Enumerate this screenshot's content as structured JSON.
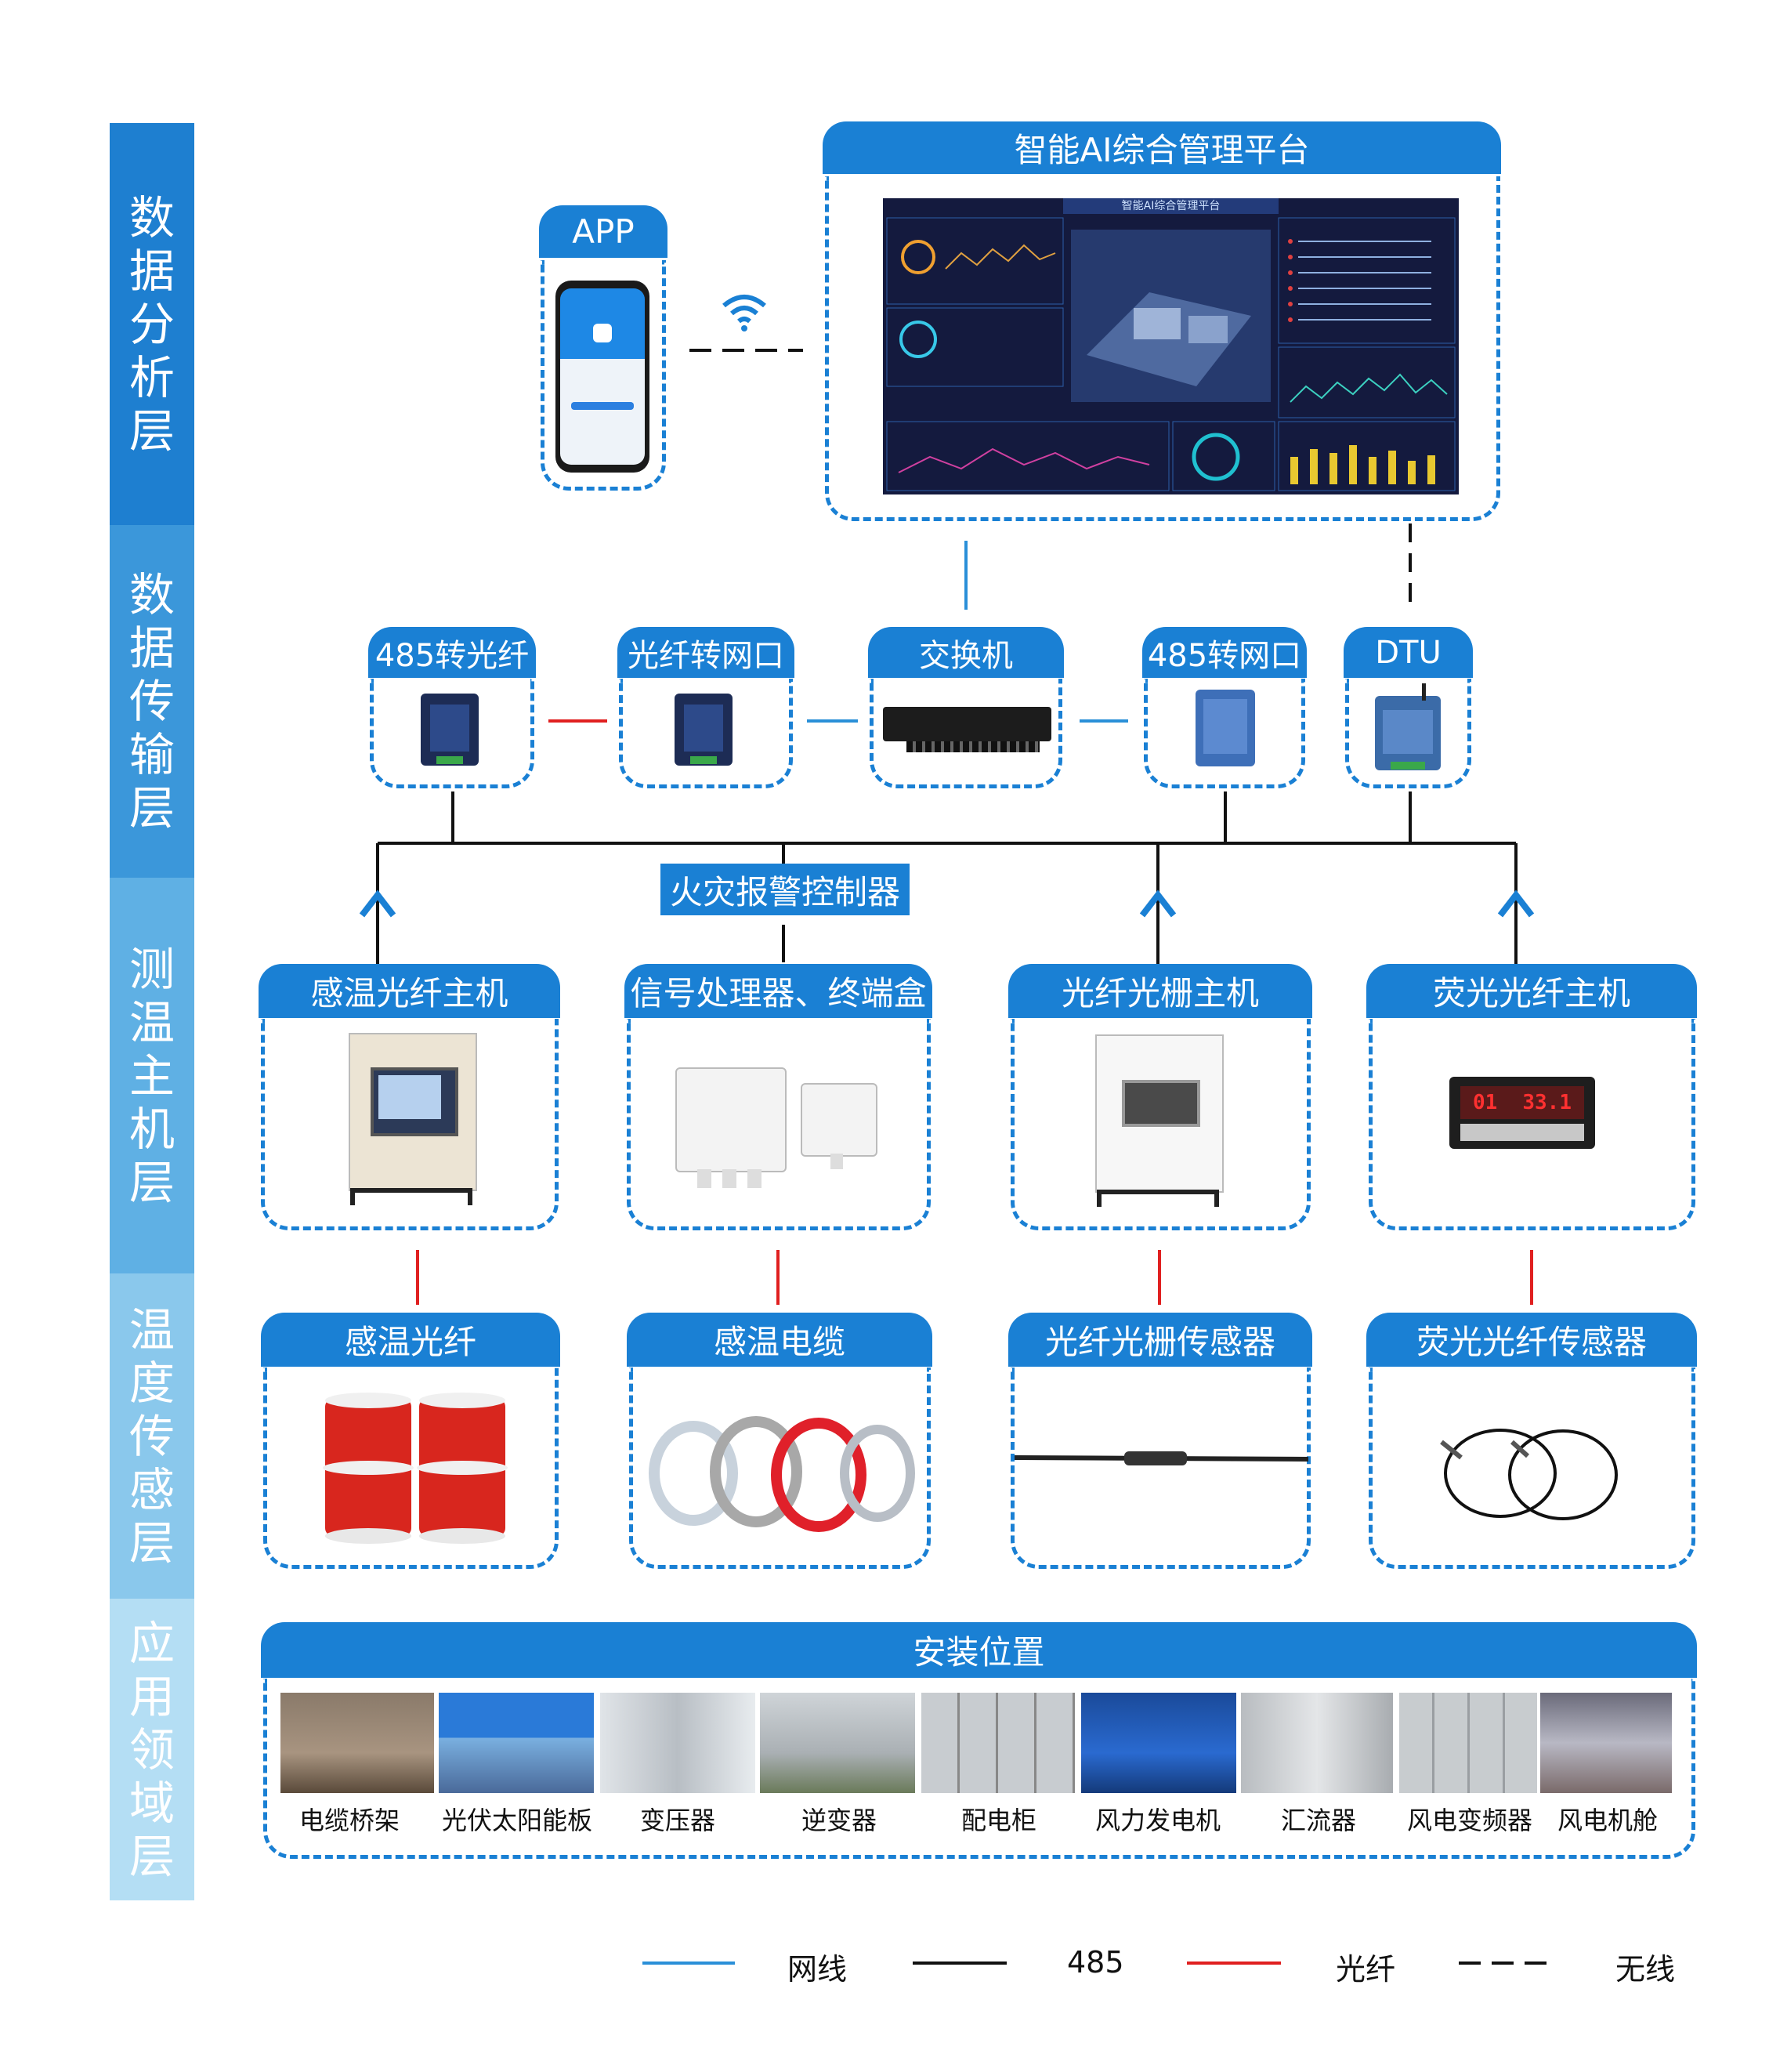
{
  "layers": [
    {
      "id": "analysis",
      "chars": [
        "数",
        "据",
        "分",
        "析",
        "层"
      ],
      "color": "#1e7fd0"
    },
    {
      "id": "transport",
      "chars": [
        "数",
        "据",
        "传",
        "输",
        "层"
      ],
      "color": "#3b97da"
    },
    {
      "id": "host",
      "chars": [
        "测",
        "温",
        "主",
        "机",
        "层"
      ],
      "color": "#5fb0e4"
    },
    {
      "id": "sensor",
      "chars": [
        "温",
        "度",
        "传",
        "感",
        "层"
      ],
      "color": "#8ac8ec"
    },
    {
      "id": "application",
      "chars": [
        "应",
        "用",
        "领",
        "域",
        "层"
      ],
      "color": "#b4def4"
    }
  ],
  "platform": {
    "title": "智能AI综合管理平台",
    "screen_title": "智能AI综合管理平台"
  },
  "app": {
    "title": "APP"
  },
  "transport": {
    "rs485_fiber": "485转光纤",
    "fiber_ethernet": "光纤转网口",
    "switch": "交换机",
    "rs485_ethernet": "485转网口",
    "dtu": "DTU"
  },
  "fire_controller": "火灾报警控制器",
  "hosts": {
    "temp_fiber_host": "感温光纤主机",
    "signal_processor": "信号处理器、终端盒",
    "grating_host": "光纤光栅主机",
    "fluorescent_host": "荧光光纤主机",
    "meter_left": "01",
    "meter_right": "33.1"
  },
  "sensors": {
    "temp_fiber": "感温光纤",
    "temp_cable": "感温电缆",
    "grating_sensor": "光纤光栅传感器",
    "fluorescent_sensor": "荧光光纤传感器"
  },
  "install": {
    "title": "安装位置",
    "items": [
      "电缆桥架",
      "光伏太阳能板",
      "变压器",
      "逆变器",
      "配电柜",
      "风力发电机",
      "汇流器",
      "风电变频器",
      "风电机舱"
    ]
  },
  "legend": {
    "ethernet": "网线",
    "rs485": "485",
    "fiber": "光纤",
    "wireless": "无线",
    "colors": {
      "ethernet": "#2a8fd8",
      "rs485": "#111111",
      "fiber": "#e02020",
      "wireless": "#111111"
    }
  }
}
